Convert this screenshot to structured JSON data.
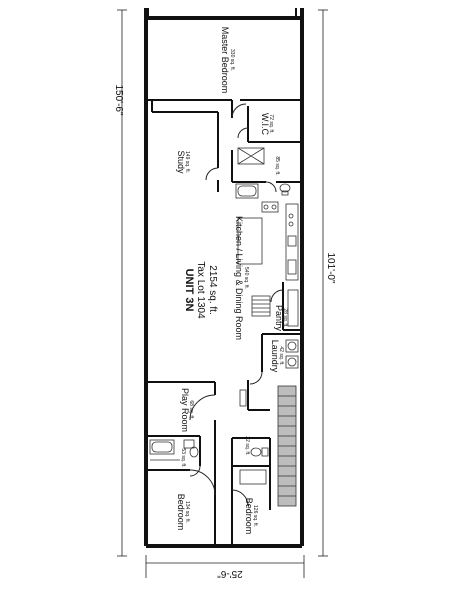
{
  "dimensions": {
    "left": "150'-6\"",
    "right": "101'-0\"",
    "bottom": "25'-6\""
  },
  "unit": {
    "name": "UNIT 3N",
    "tax_lot": "Tax Lot 1304",
    "area": "2154 sq. ft."
  },
  "rooms": {
    "master_bedroom": {
      "name": "Master Bedroom",
      "size": "330 sq. ft."
    },
    "wic": {
      "name": "W.I.C",
      "size": "72 sq. ft."
    },
    "study": {
      "name": "Study",
      "size": "149 sq. ft."
    },
    "master_bath": {
      "size": "85 sq. ft."
    },
    "kitchen": {
      "name": "Kitchen / Living & Dining Room",
      "size": "540 sq. ft."
    },
    "pantry": {
      "name": "Pantry",
      "size": "28 sq. ft."
    },
    "laundry": {
      "name": "Laundry",
      "size": "42 sq. ft."
    },
    "play_room": {
      "name": "Play Room",
      "size": "68 sq. ft."
    },
    "hall_bath": {
      "size": "53 sq. ft."
    },
    "powder": {
      "size": "22 sq. ft."
    },
    "bedroom_left": {
      "name": "Bedroom",
      "size": "134 sq. ft."
    },
    "bedroom_right": {
      "name": "Bedroom",
      "size": "126 sq. ft."
    }
  }
}
